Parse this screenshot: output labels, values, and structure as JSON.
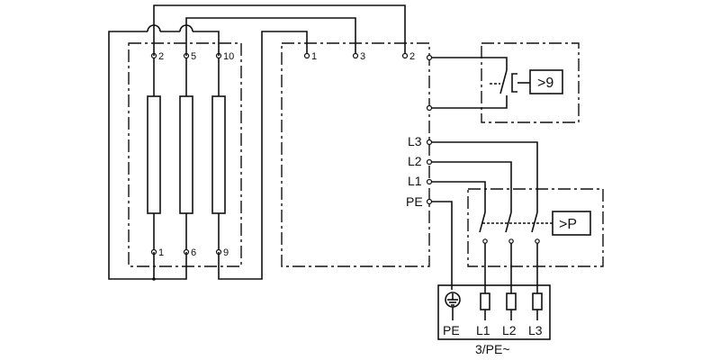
{
  "heater": {
    "terminals_top": [
      "2",
      "5",
      "10"
    ],
    "terminals_bottom": [
      "1",
      "6",
      "9"
    ]
  },
  "junction": {
    "terminals_top": [
      "1",
      "3",
      "2"
    ],
    "terminals_side": [
      "L3",
      "L2",
      "L1",
      "PE"
    ]
  },
  "thermostat": {
    "label": ">9"
  },
  "pressure_switch": {
    "label": ">P"
  },
  "supply": {
    "terminals": [
      "PE",
      "L1",
      "L2",
      "L3"
    ],
    "caption": "3/PE~"
  },
  "icons": [
    "ground-icon",
    "fuse-icon",
    "switch-contact-icon"
  ]
}
